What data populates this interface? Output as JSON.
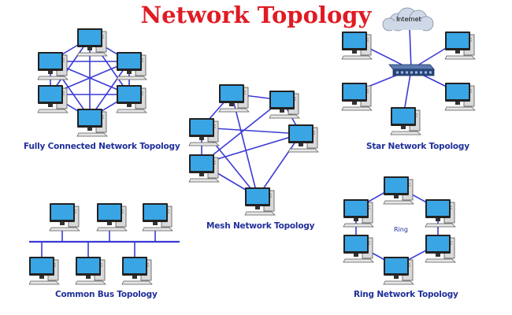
{
  "title": "Network Topology",
  "colors": {
    "title": "#e01b24",
    "label": "#1f2f9a",
    "link": "#3b3bd6",
    "screen_bezel": "#222222",
    "screen": "#3aa5e4",
    "tower": "#d9d9d9",
    "switch": "#28467a"
  },
  "topologies": {
    "fully_connected": {
      "label": "Fully Connected Network Topology"
    },
    "mesh": {
      "label": "Mesh Network Topology"
    },
    "star": {
      "label": "Star Network Topology",
      "cloud_label": "Internet"
    },
    "bus": {
      "label": "Common Bus Topology"
    },
    "ring": {
      "label": "Ring Network Topology",
      "center_label": "Ring"
    }
  }
}
